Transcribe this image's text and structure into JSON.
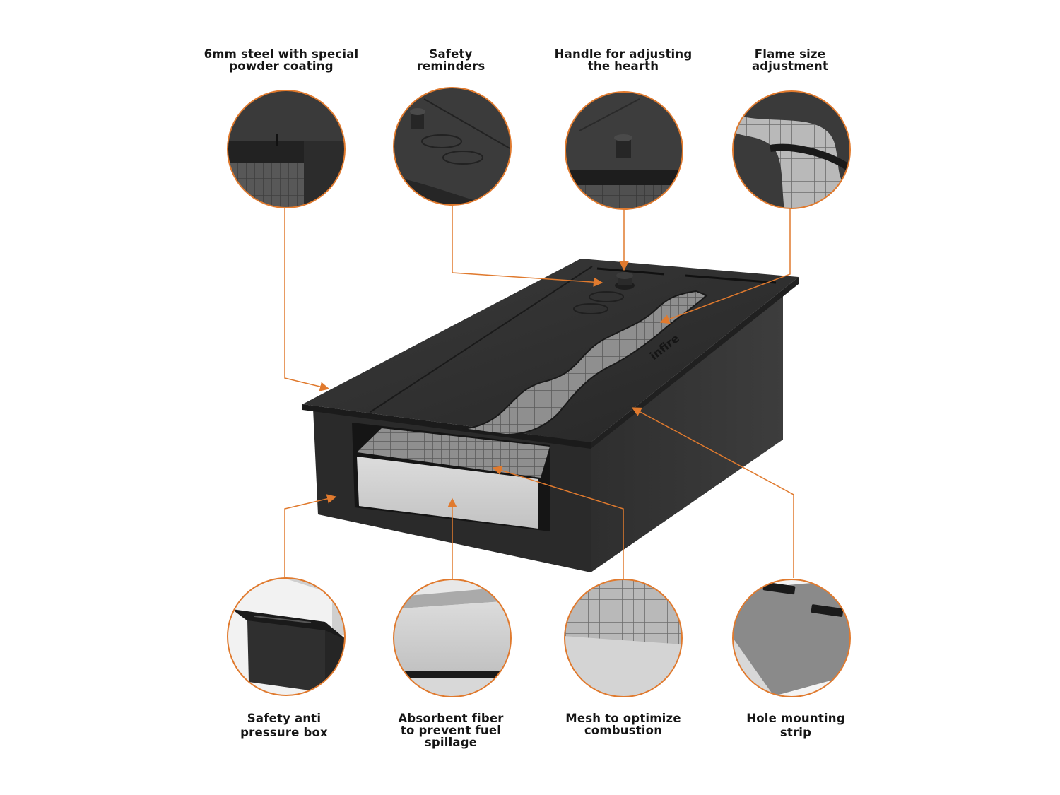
{
  "accent_color": "#e07a2e",
  "labels": {
    "steel": {
      "line1": "6mm steel with special",
      "line2": "powder coating"
    },
    "safety": {
      "line1": "Safety",
      "line2": "reminders"
    },
    "handle": {
      "line1": "Handle for adjusting",
      "line2": "the hearth"
    },
    "flame": {
      "line1": "Flame size",
      "line2": "adjustment"
    },
    "antibox": {
      "line1": "Safety anti",
      "line2": "pressure box"
    },
    "fiber": {
      "line1": "Absorbent fiber",
      "line2": "to prevent fuel",
      "line3": "spillage"
    },
    "mesh": {
      "line1": "Mesh to optimize",
      "line2": "combustion"
    },
    "mounting": {
      "line1": "Hole mounting",
      "line2": "strip"
    }
  },
  "brand_mark": "infire"
}
